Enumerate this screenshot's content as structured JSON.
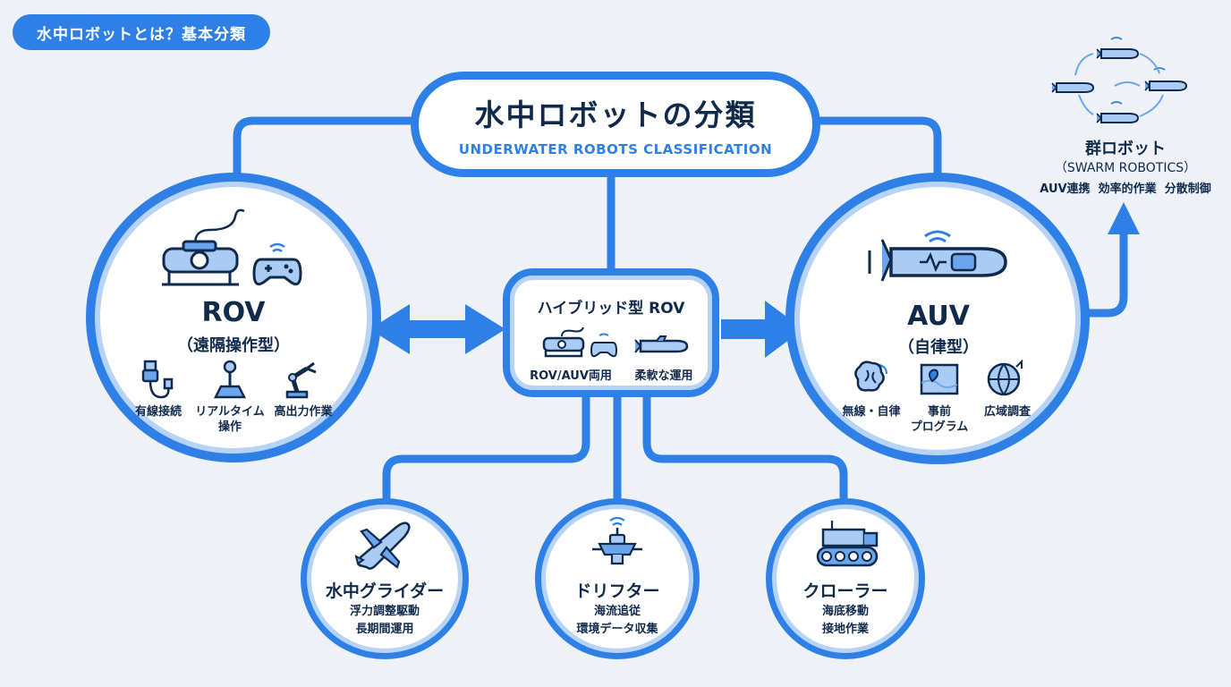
{
  "header": {
    "tag": "水中ロボットとは？基本分類"
  },
  "title": {
    "main": "水中ロボットの分類",
    "sub": "UNDERWATER ROBOTS CLASSIFICATION"
  },
  "rov": {
    "label": "ROV",
    "sub": "（遠隔操作型）",
    "features": [
      "有線接続",
      "リアルタイム\n操作",
      "高出力作業"
    ]
  },
  "auv": {
    "label": "AUV",
    "sub": "（自律型）",
    "features": [
      "無線・自律",
      "事前\nプログラム",
      "広域調査"
    ]
  },
  "hybrid": {
    "title": "ハイブリッド型 ROV",
    "features": [
      "ROV/AUV両用",
      "柔軟な運用"
    ]
  },
  "swarm": {
    "title": "群ロボット",
    "en": "（SWARM ROBOTICS）",
    "features": [
      "AUV連携",
      "効率的作業",
      "分散制御"
    ]
  },
  "glider": {
    "title": "水中グライダー",
    "lines": [
      "浮力調整駆動",
      "長期間運用"
    ]
  },
  "drifter": {
    "title": "ドリフター",
    "lines": [
      "海流追従",
      "環境データ収集"
    ]
  },
  "crawler": {
    "title": "クローラー",
    "lines": [
      "海底移動",
      "接地作業"
    ]
  },
  "colors": {
    "primary": "#2f80e6",
    "light": "#b7d3f6",
    "text": "#102a4c",
    "background": "#eef2f7"
  },
  "icons": {
    "rov": [
      "rov-vehicle-icon",
      "game-controller-icon",
      "usb-cable-icon",
      "joystick-icon",
      "robot-arm-icon"
    ],
    "auv": [
      "auv-submarine-icon",
      "brain-icon",
      "map-pin-icon",
      "globe-icon"
    ],
    "hybrid": [
      "rov-small-icon",
      "controller-small-icon",
      "torpedo-icon"
    ],
    "swarm": [
      "swarm-torpedo-icon",
      "cycle-arrows-icon"
    ],
    "glider": "glider-plane-icon",
    "drifter": "drifter-buoy-icon",
    "crawler": "crawler-vehicle-icon"
  }
}
